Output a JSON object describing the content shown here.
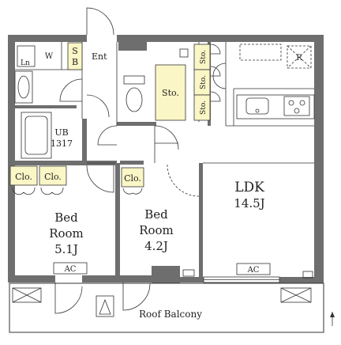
{
  "plan": {
    "rooms": {
      "ldk_name": "LDK",
      "ldk_size": "14.5J",
      "bed1_line1": "Bed",
      "bed1_line2": "Room",
      "bed1_size": "5.1J",
      "bed2_line1": "Bed",
      "bed2_line2": "Room",
      "bed2_size": "4.2J",
      "ub_line1": "UB",
      "ub_line2": "1317"
    },
    "storage": {
      "wic_w": "W",
      "sb_s": "S",
      "sb_b": "B",
      "ent": "Ent",
      "sto_main": "Sto.",
      "sto_ldk_1": "Sto.",
      "sto_ldk_2": "Sto.",
      "sto_ldk_3": "Sto.",
      "clo_1": "Clo.",
      "clo_2": "Clo.",
      "clo_3": "Clo.",
      "wm": "Ln",
      "fridge": "R"
    },
    "ac_1": "AC",
    "ac_2": "AC",
    "balcony": "Roof Balcony"
  },
  "colors": {
    "wall": "#6e6e6e",
    "storage_fill": "#fbf6c6",
    "line": "#333333"
  }
}
